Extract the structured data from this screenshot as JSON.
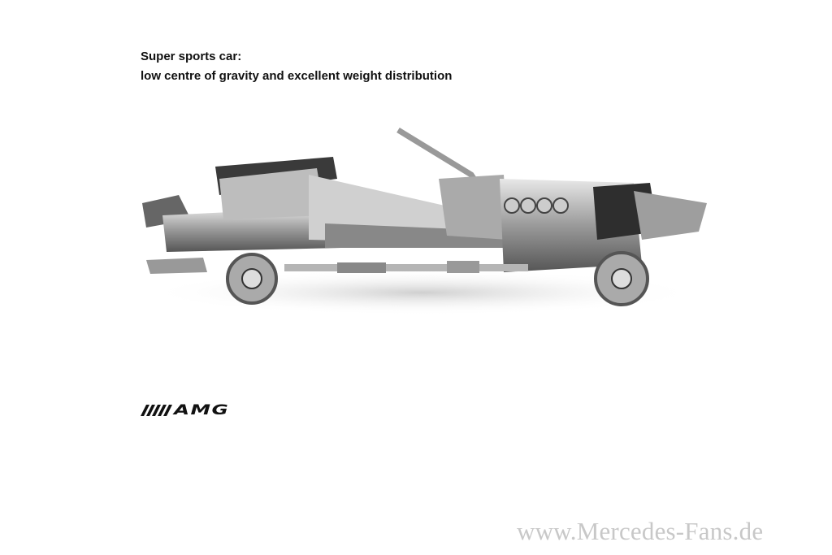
{
  "caption": {
    "line1": "Super sports car:",
    "line2": "low centre of gravity and excellent weight distribution"
  },
  "logo": {
    "text": "AMG"
  },
  "watermark": {
    "text": "www.Mercedes-Fans.de"
  }
}
